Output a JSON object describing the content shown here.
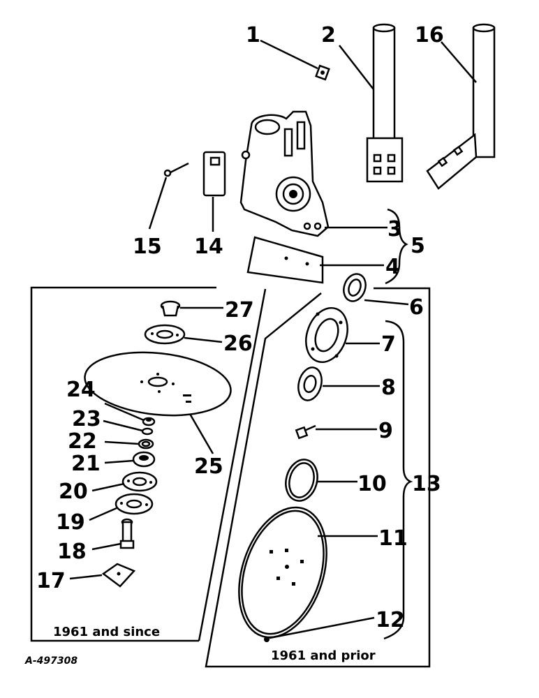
{
  "callouts": {
    "c1": "1",
    "c2": "2",
    "c3": "3",
    "c4": "4",
    "c5": "5",
    "c6": "6",
    "c7": "7",
    "c8": "8",
    "c9": "9",
    "c10": "10",
    "c11": "11",
    "c12": "12",
    "c13": "13",
    "c14": "14",
    "c15": "15",
    "c16": "16",
    "c17": "17",
    "c18": "18",
    "c19": "19",
    "c20": "20",
    "c21": "21",
    "c22": "22",
    "c23": "23",
    "c24": "24",
    "c25": "25",
    "c26": "26",
    "c27": "27"
  },
  "captions": {
    "since": "1961 and since",
    "prior": "1961 and prior"
  },
  "reference": "A-497308"
}
